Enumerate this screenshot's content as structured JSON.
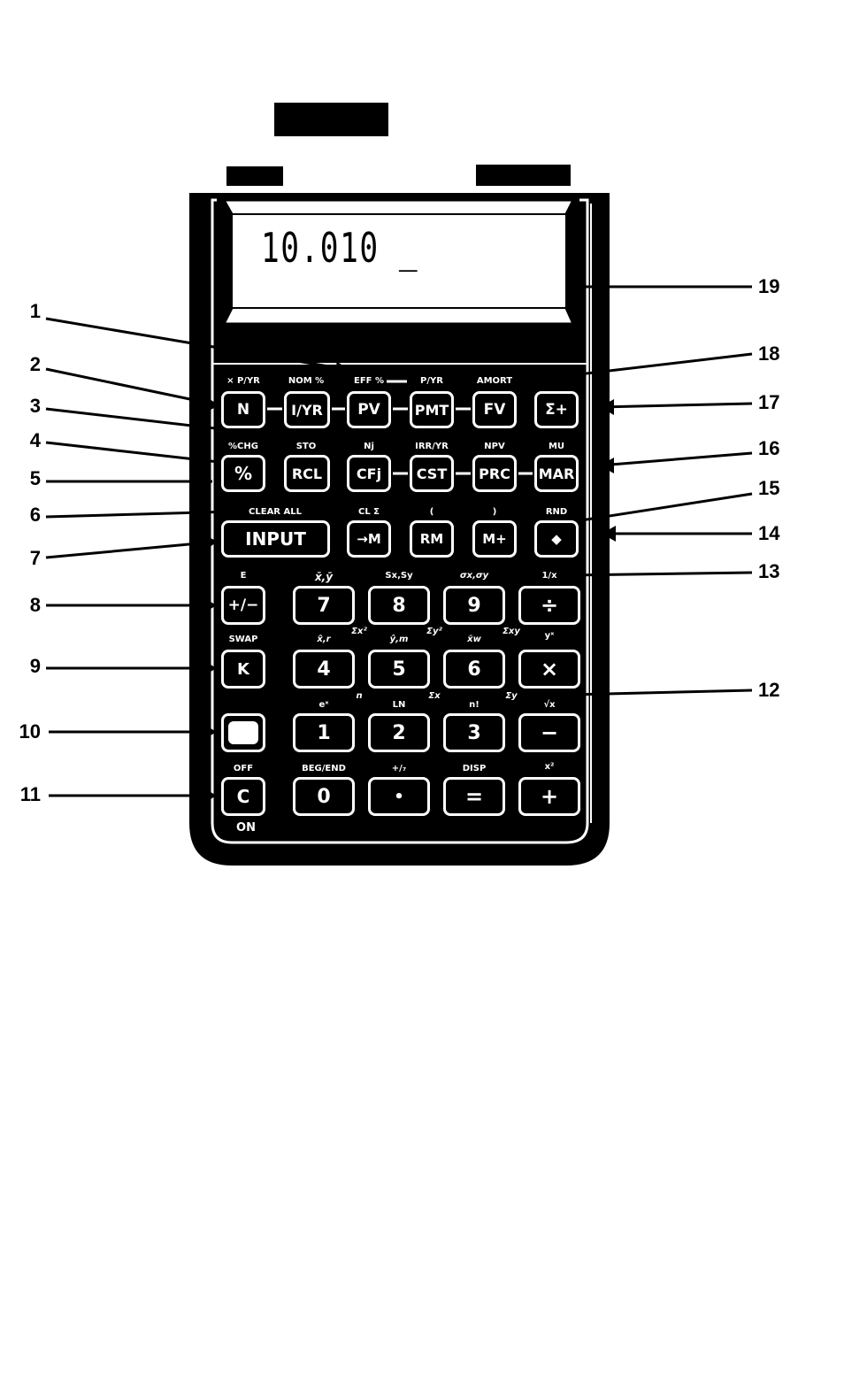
{
  "display": {
    "value": "10.010 _"
  },
  "callouts": {
    "left": [
      "1",
      "2",
      "3",
      "4",
      "5",
      "6",
      "7",
      "8",
      "9",
      "10",
      "11"
    ],
    "right": [
      "19",
      "18",
      "17",
      "16",
      "15",
      "14",
      "13",
      "12"
    ]
  },
  "keys": {
    "n": "N",
    "iyr": "I/YR",
    "pv": "PV",
    "pmt": "PMT",
    "fv": "FV",
    "sigma_plus": "Σ+",
    "pct": "%",
    "rcl": "RCL",
    "cfj": "CFj",
    "cst": "CST",
    "prc": "PRC",
    "mar": "MAR",
    "input": "INPUT",
    "to_m": "→M",
    "rm": "RM",
    "m_plus": "M+",
    "back": "◆",
    "plus_minus": "+/−",
    "seven": "7",
    "eight": "8",
    "nine": "9",
    "divide": "÷",
    "k": "K",
    "four": "4",
    "five": "5",
    "six": "6",
    "multiply": "×",
    "shift": "",
    "one": "1",
    "two": "2",
    "three": "3",
    "minus": "−",
    "c": "C",
    "zero": "0",
    "dot": "•",
    "equals": "=",
    "plus": "+"
  },
  "shift_labels": {
    "xpyr": "× P/YR",
    "nom": "NOM %",
    "eff": "EFF %",
    "pyr": "P/YR",
    "amort": "AMORT",
    "chg": "%CHG",
    "sto": "STO",
    "nj": "Nj",
    "irr": "IRR/YR",
    "npv": "NPV",
    "mu": "MU",
    "clear_all": "CLEAR ALL",
    "cl_sigma": "CL Σ",
    "paren_open": "(",
    "paren_close": ")",
    "rnd": "RND",
    "e": "E",
    "xbar_ybar": "x̄,ȳ",
    "sx_sy": "Sx,Sy",
    "ox_oy": "σx,σy",
    "one_over_x": "1/x",
    "swap": "SWAP",
    "xhat_r": "x̂,r",
    "sum_x2": "Σx²",
    "yhat_m": "ŷ,m",
    "sum_y2": "Σy²",
    "xw": "x̄w",
    "sum_xy": "Σxy",
    "y_x": "yˣ",
    "ex": "eˣ",
    "n_small": "n",
    "ln": "LN",
    "sum_x": "Σx",
    "n_fact": "n!",
    "sum_y": "Σy",
    "sqrt_x": "√x",
    "off": "OFF",
    "beg_end": "BEG/END",
    "plus_slash": "+/₇",
    "disp": "DISP",
    "x2": "x²",
    "on": "ON"
  }
}
